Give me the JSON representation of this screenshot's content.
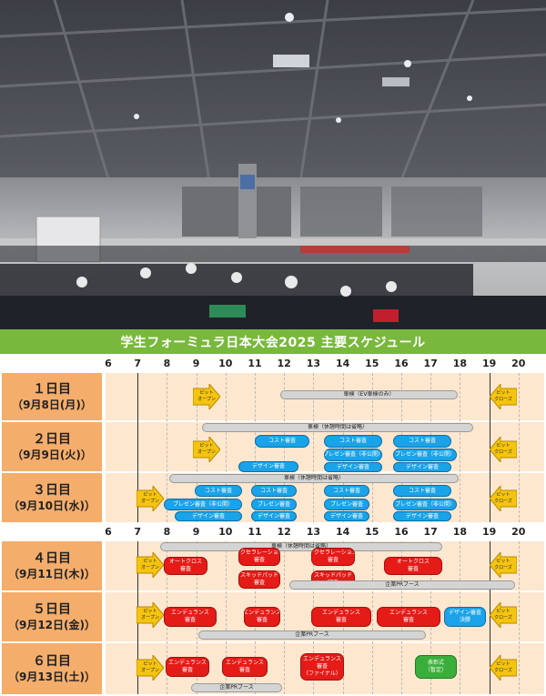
{
  "schedule": {
    "title": "学生フォーミュラ日本大会2025 主要スケジュール",
    "hours": [
      "6",
      "7",
      "8",
      "9",
      "10",
      "11",
      "12",
      "13",
      "14",
      "15",
      "16",
      "17",
      "18",
      "19",
      "20"
    ],
    "days": {
      "d1": {
        "num": "１日目",
        "date": "（9月8日(月)）"
      },
      "d2": {
        "num": "２日目",
        "date": "（9月9日(火)）"
      },
      "d3": {
        "num": "３日目",
        "date": "（9月10日(水)）"
      },
      "d4": {
        "num": "４日目",
        "date": "（9月11日(木)）"
      },
      "d5": {
        "num": "５日目",
        "date": "（9月12日(金)）"
      },
      "d6": {
        "num": "６日目",
        "date": "（9月13日(土)）"
      }
    },
    "arrows": {
      "pit_open_1": "ピット",
      "pit_open_2": "オープン",
      "pit_close_1": "ピット",
      "pit_close_2": "クローズ"
    },
    "bars": {
      "d1_inspect": "車検（EV車検のみ）",
      "inspect_break": "車検（休憩時間は省略）",
      "pr_booth": "企業PRブース"
    },
    "events": {
      "cost": "コスト審査",
      "presen": "プレゼン審査",
      "presen_public": "プレゼン審査（非公開）",
      "design": "デザイン審査",
      "accel_1": "アクセラレーション",
      "accel_2": "審査",
      "autox_1": "オートクロス",
      "autox_2": "審査",
      "skid_1": "スキッドパッド",
      "skid_2": "審査",
      "endu_1": "エンデュランス",
      "endu_2": "審査",
      "endu_final_3": "（ファイナル）",
      "design_final_1": "デザイン審査",
      "design_final_2": "決勝",
      "award_1": "表彰式",
      "award_2": "（暫定）"
    }
  }
}
